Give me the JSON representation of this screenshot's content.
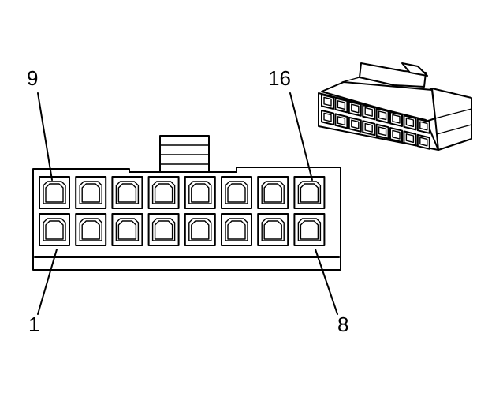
{
  "pin_labels": {
    "top_left": "9",
    "top_right": "16",
    "bottom_left": "1",
    "bottom_right": "8"
  },
  "connector": {
    "rows": 2,
    "cavities_per_row": 8
  }
}
